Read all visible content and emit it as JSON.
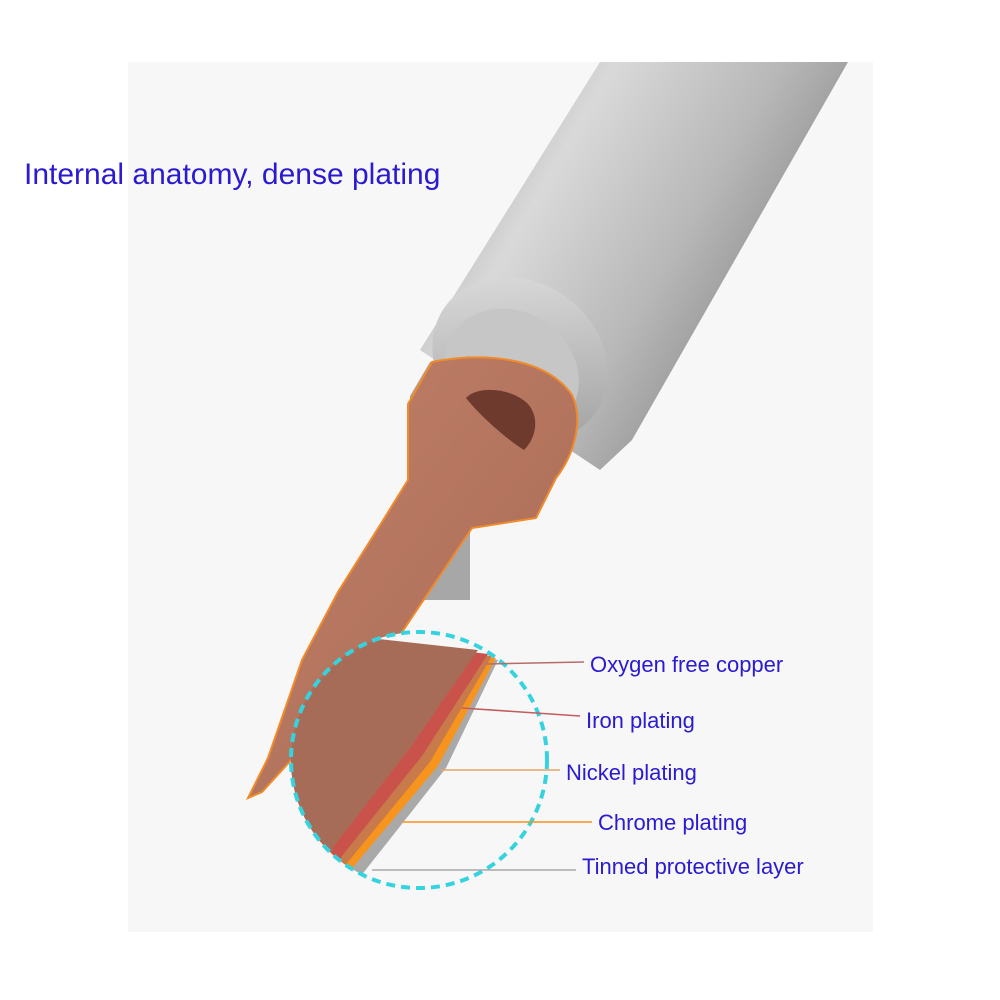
{
  "title": "Internal anatomy, dense plating",
  "labels": {
    "copper": "Oxygen free copper",
    "iron": "Iron plating",
    "nickel": "Nickel plating",
    "chrome": "Chrome plating",
    "tin": "Tinned protective layer"
  },
  "colors": {
    "title_text": "#2a1ad0",
    "label_text": "#2a1ad0",
    "copper": "#b8735e",
    "copper_outline": "#f08a2a",
    "iron_layer": "#c9534b",
    "nickel_layer": "#c97a4a",
    "chrome_layer": "#f7941d",
    "tin_layer": "#a9a9a9",
    "magnifier_ring": "#35d3e0",
    "barrel": "#b5b5b5"
  }
}
